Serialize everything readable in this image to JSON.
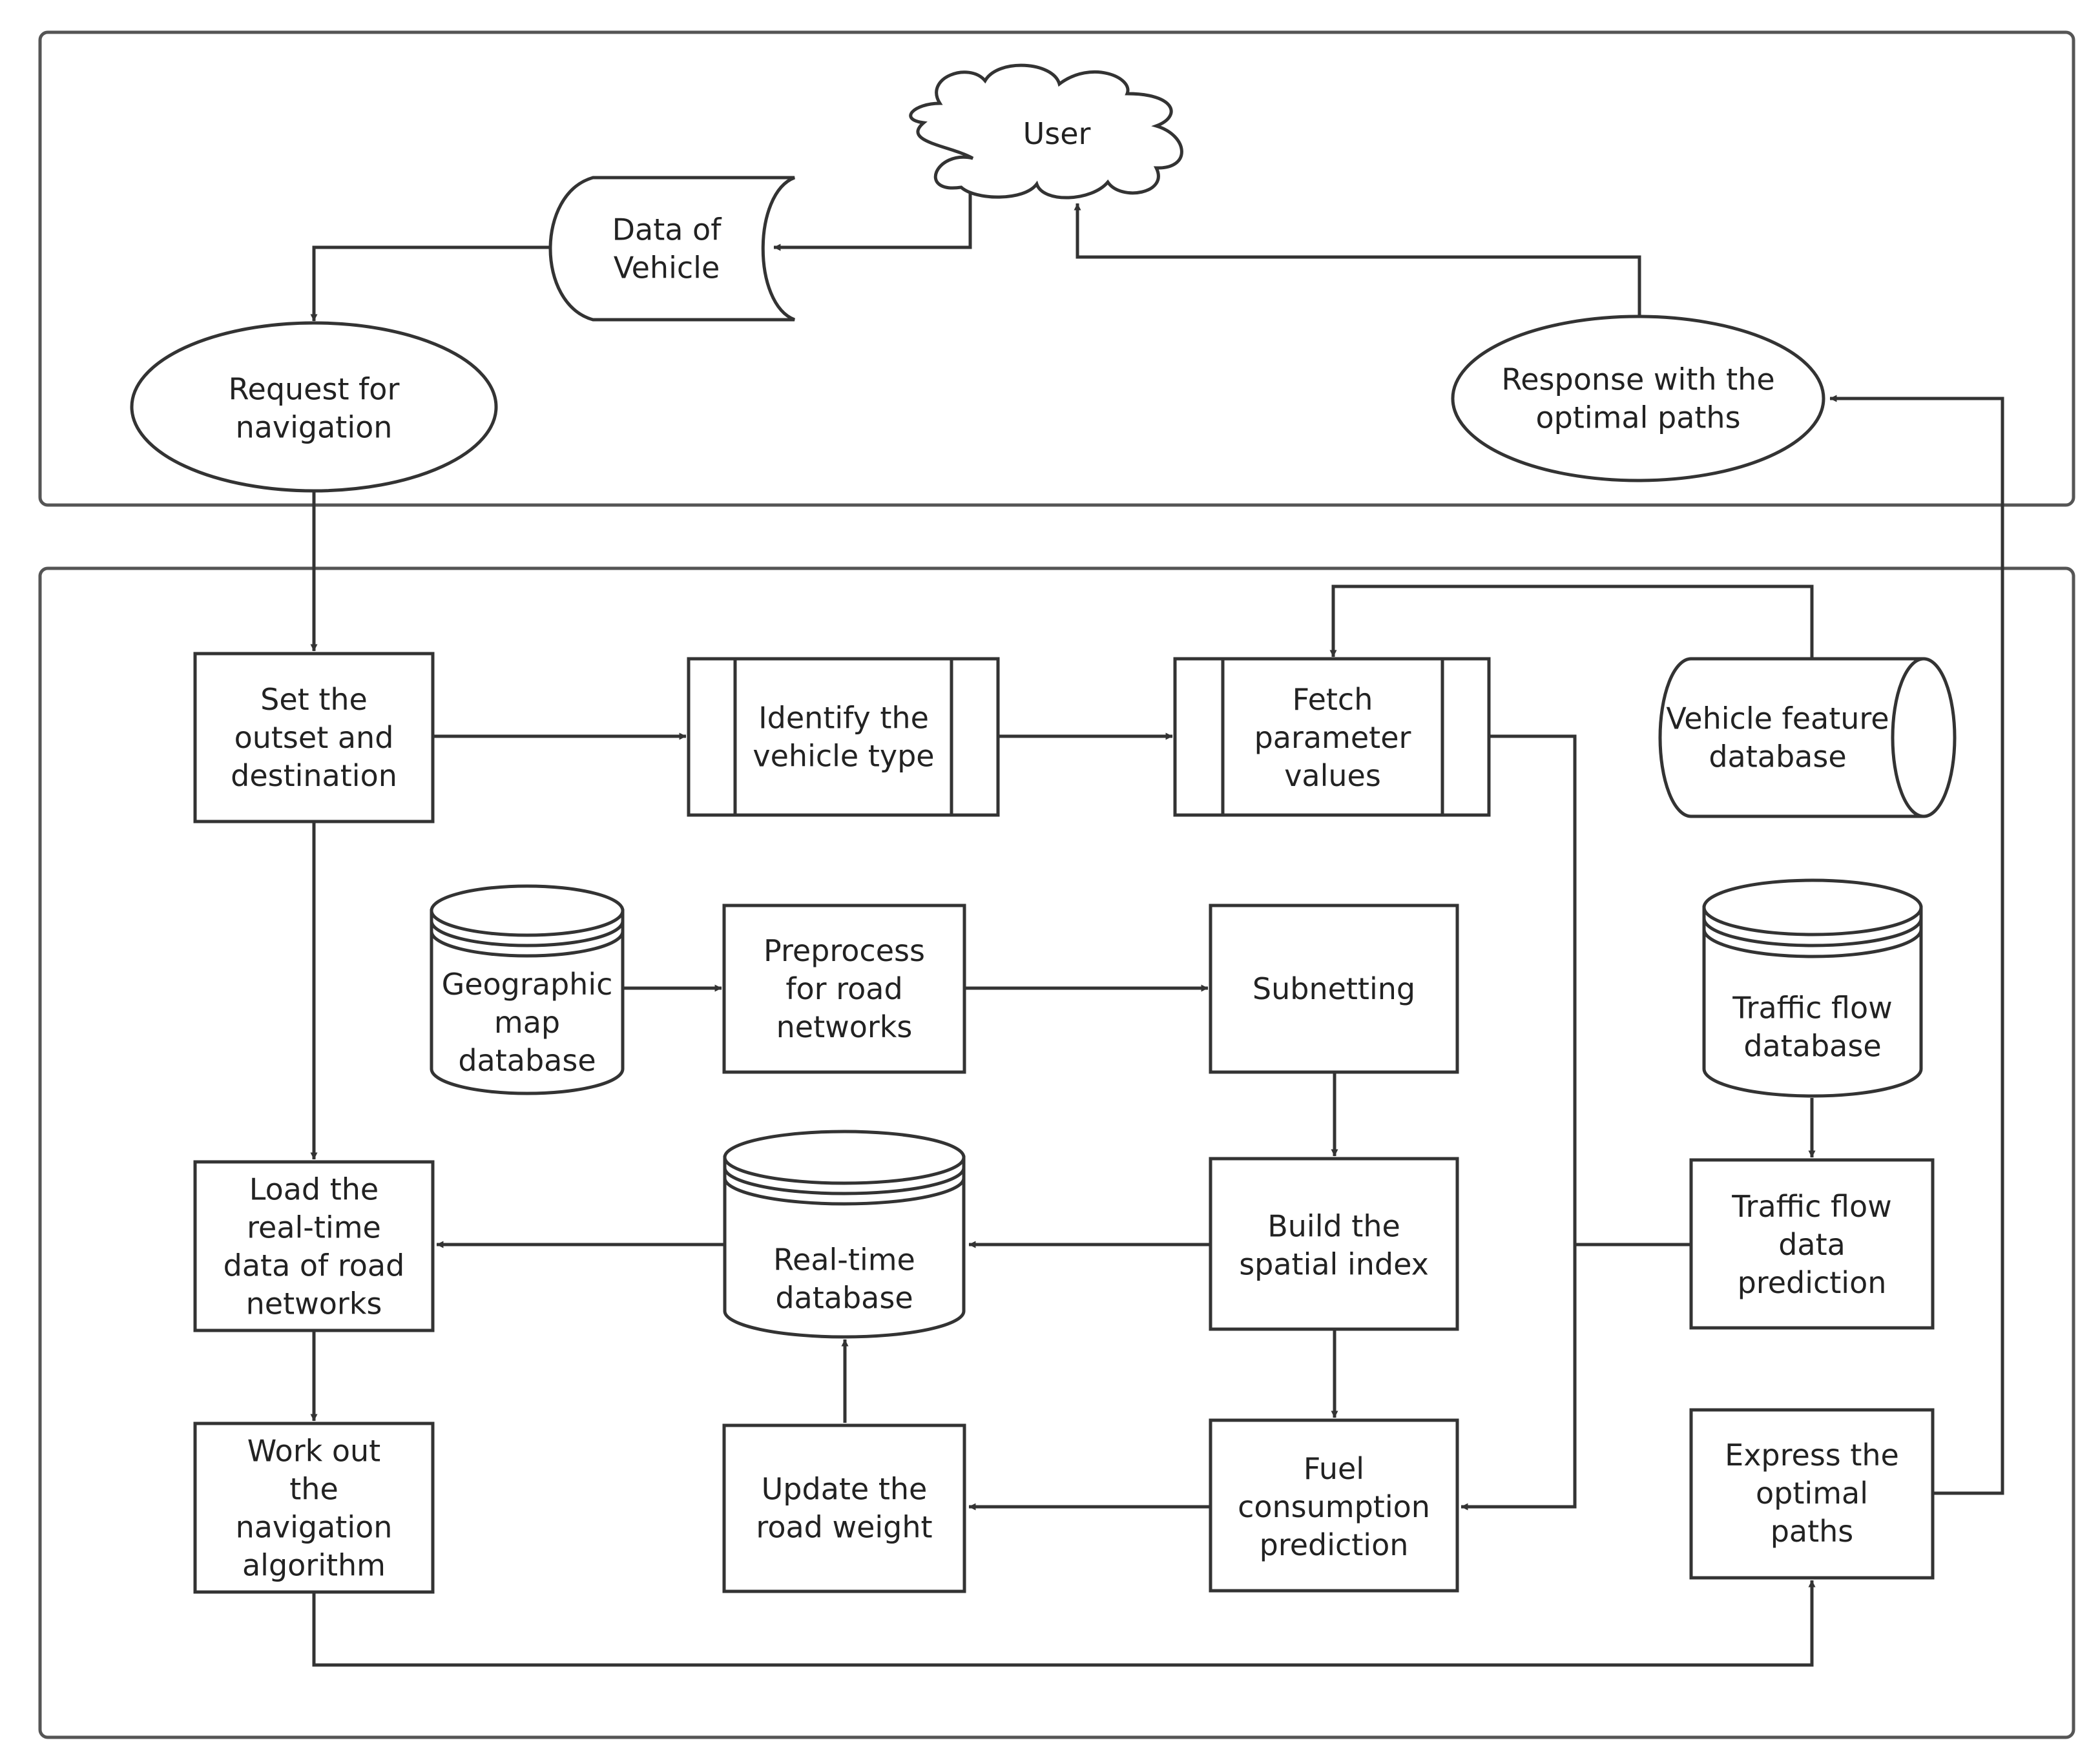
{
  "nodes": {
    "user": {
      "lines": [
        "User"
      ]
    },
    "data_of_vehicle": {
      "lines": [
        "Data of",
        "Vehicle"
      ]
    },
    "request_navigation": {
      "lines": [
        "Request for",
        "navigation"
      ]
    },
    "response_optimal": {
      "lines": [
        "Response with the",
        "optimal paths"
      ]
    },
    "set_outset": {
      "lines": [
        "Set the",
        "outset and",
        "destination"
      ]
    },
    "identify_vehicle": {
      "lines": [
        "Identify the",
        "vehicle type"
      ]
    },
    "fetch_params": {
      "lines": [
        "Fetch",
        "parameter",
        "values"
      ]
    },
    "vehicle_feature_db": {
      "lines": [
        "Vehicle feature",
        "database"
      ]
    },
    "geo_map_db": {
      "lines": [
        "Geographic",
        "map",
        "database"
      ]
    },
    "preprocess": {
      "lines": [
        "Preprocess",
        "for road",
        "networks"
      ]
    },
    "subnetting": {
      "lines": [
        "Subnetting"
      ]
    },
    "traffic_flow_db": {
      "lines": [
        "Traffic flow",
        "database"
      ]
    },
    "load_realtime": {
      "lines": [
        "Load the",
        "real-time",
        "data of road",
        "networks"
      ]
    },
    "realtime_db": {
      "lines": [
        "Real-time",
        "database"
      ]
    },
    "build_spatial": {
      "lines": [
        "Build the",
        "spatial index"
      ]
    },
    "traffic_prediction": {
      "lines": [
        "Traffic flow",
        "data",
        "prediction"
      ]
    },
    "work_out": {
      "lines": [
        "Work out",
        "the",
        "navigation",
        "algorithm"
      ]
    },
    "update_weight": {
      "lines": [
        "Update the",
        "road weight"
      ]
    },
    "fuel_prediction": {
      "lines": [
        "Fuel",
        "consumption",
        "prediction"
      ]
    },
    "express_optimal": {
      "lines": [
        "Express the",
        "optimal",
        "paths"
      ]
    }
  }
}
